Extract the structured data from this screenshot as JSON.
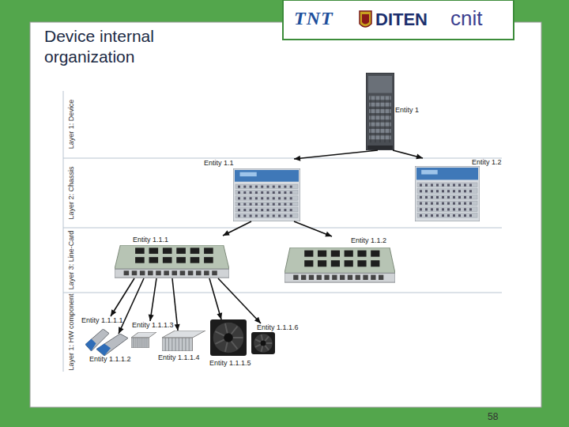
{
  "diagram": {
    "title": "Device internal organization",
    "nodes": [
      {
        "text": [
          "Entity 1"
        ]
      },
      {
        "text": [
          "Entity 1.1"
        ]
      },
      {
        "text": [
          "Entity 1.2"
        ]
      },
      {
        "text": [
          "Entity 1.1.1"
        ]
      },
      {
        "text": [
          "Entity 1.1.2"
        ]
      },
      {
        "text": [
          "Entity 1.1.1.1"
        ]
      },
      {
        "text": [
          "Entity 1.1.1.2"
        ]
      },
      {
        "text": [
          "Entity 1.1.1.3"
        ]
      },
      {
        "text": [
          "Entity 1.1.1.4"
        ]
      },
      {
        "text": [
          "Entity 1.1.1.5"
        ]
      },
      {
        "text": [
          "Entity 1.1.1.6"
        ]
      }
    ],
    "edges": [
      {
        "from": 0,
        "to": 1,
        "arrow": "to"
      },
      {
        "from": 0,
        "to": 2,
        "arrow": "to"
      },
      {
        "from": 1,
        "to": 3,
        "arrow": "to"
      },
      {
        "from": 1,
        "to": 4,
        "arrow": "to"
      },
      {
        "from": 3,
        "to": 5,
        "arrow": "to"
      },
      {
        "from": 3,
        "to": 6,
        "arrow": "to"
      },
      {
        "from": 3,
        "to": 7,
        "arrow": "to"
      },
      {
        "from": 3,
        "to": 8,
        "arrow": "to"
      },
      {
        "from": 3,
        "to": 9,
        "arrow": "to"
      },
      {
        "from": 3,
        "to": 10,
        "arrow": "to"
      }
    ],
    "labels": [
      "TNT",
      "DITEN",
      "cnit",
      "Layer 1: Device",
      "Layer 2: Chassis",
      "Layer 3: Line-Card",
      "Layer 1: HW component",
      "58"
    ]
  }
}
